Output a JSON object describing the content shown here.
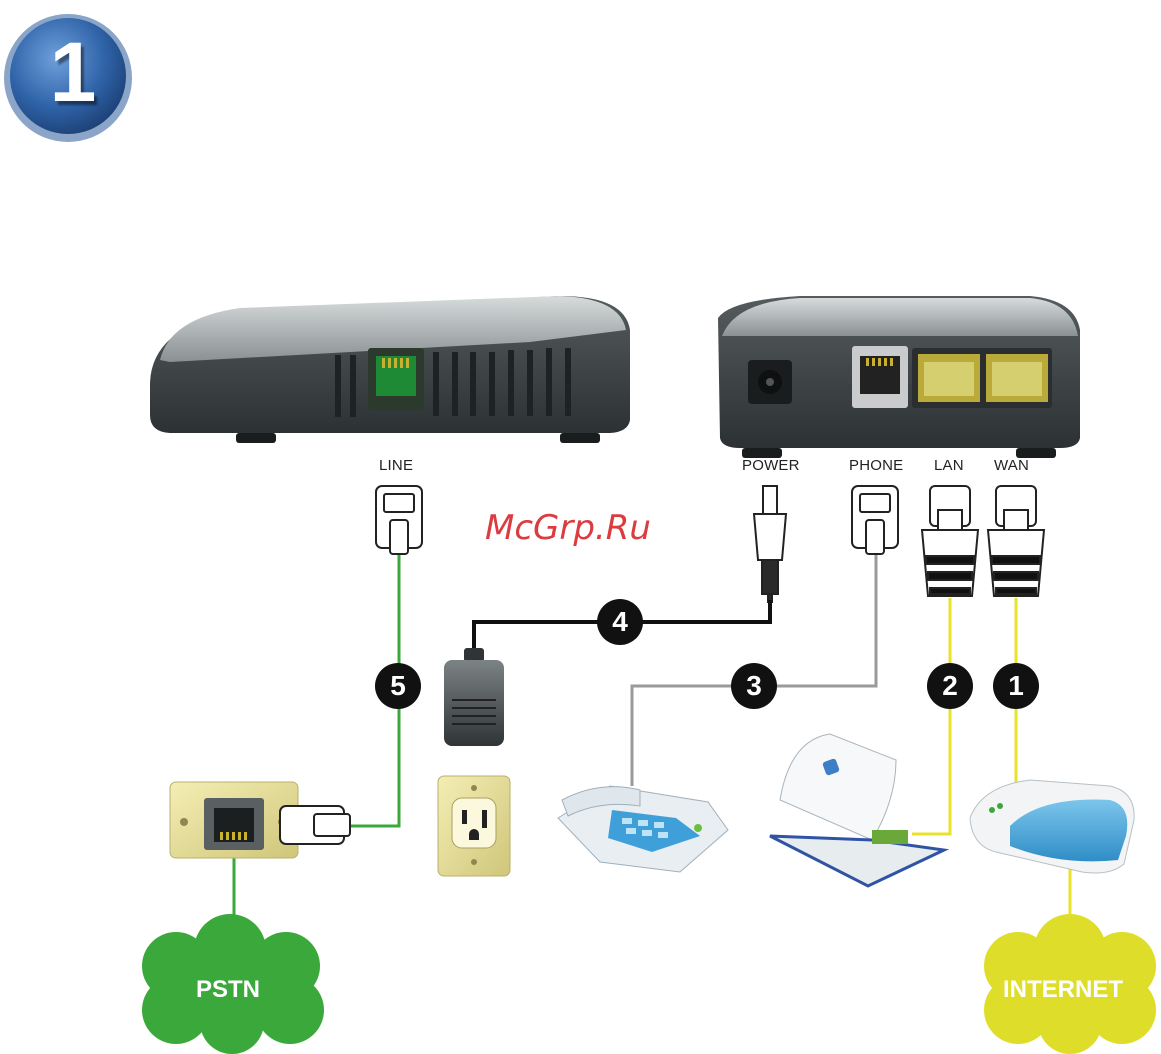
{
  "step_badge": "1",
  "watermark": "McGrp.Ru",
  "port_labels": {
    "line": "LINE",
    "power": "POWER",
    "phone": "PHONE",
    "lan": "LAN",
    "wan": "WAN"
  },
  "connections": [
    {
      "number": "1",
      "from": "WAN",
      "to": "router",
      "color": "#e8e22a"
    },
    {
      "number": "2",
      "from": "LAN",
      "to": "laptop",
      "color": "#e8e22a"
    },
    {
      "number": "3",
      "from": "PHONE",
      "to": "telephone",
      "color": "#9a9a9a"
    },
    {
      "number": "4",
      "from": "POWER",
      "to": "power-adapter",
      "color": "#111111"
    },
    {
      "number": "5",
      "from": "LINE",
      "to": "wall-phone-jack",
      "color": "#3aa83a"
    }
  ],
  "clouds": {
    "pstn": {
      "label": "PSTN",
      "color": "#3aa83a"
    },
    "internet": {
      "label": "INTERNET",
      "color": "#dede2a"
    }
  },
  "colors": {
    "badge_blue": "#2f63a8",
    "device_dark": "#3e4446",
    "line_green": "#3aa83a",
    "line_yellow": "#e8e22a",
    "line_gray": "#9a9a9a",
    "watermark_red": "#d9262c"
  }
}
